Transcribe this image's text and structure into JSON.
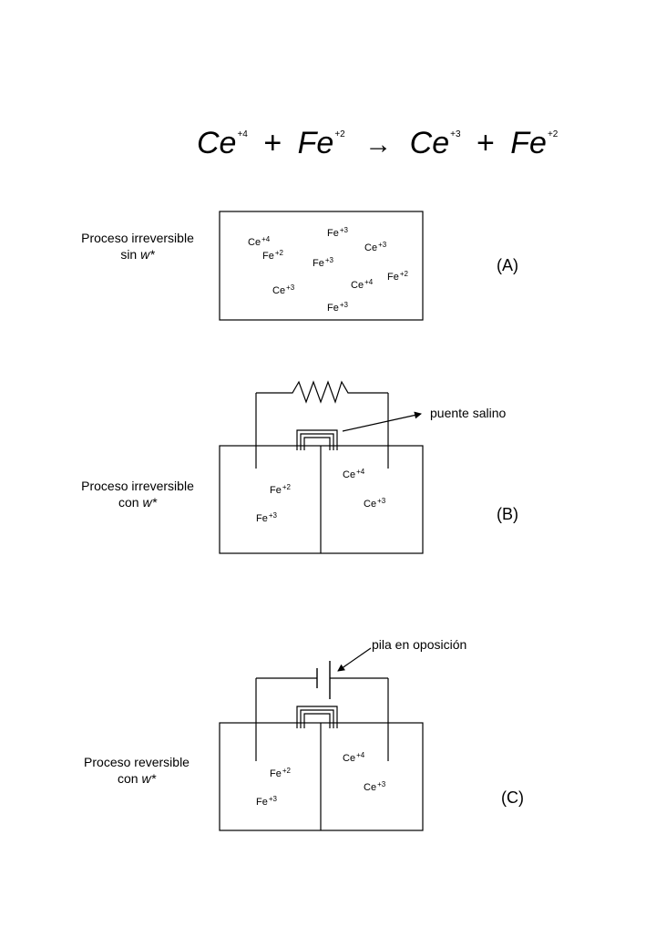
{
  "equation": {
    "reactant1": "Ce",
    "reactant1_charge": "+4",
    "plus1": "+",
    "reactant2": "Fe",
    "reactant2_charge": "+2",
    "arrow": "→",
    "product1": "Ce",
    "product1_charge": "+3",
    "plus2": "+",
    "product2": "Fe",
    "product2_charge": "+2"
  },
  "panel_a": {
    "desc_line1": "Proceso irreversible",
    "desc_line2_prefix": "sin ",
    "desc_work": "w*",
    "label": "(A)",
    "ions": [
      {
        "el": "Ce",
        "ch": "+4"
      },
      {
        "el": "Fe",
        "ch": "+3"
      },
      {
        "el": "Fe",
        "ch": "+2"
      },
      {
        "el": "Ce",
        "ch": "+3"
      },
      {
        "el": "Fe",
        "ch": "+3"
      },
      {
        "el": "Fe",
        "ch": "+2"
      },
      {
        "el": "Ce",
        "ch": "+4"
      },
      {
        "el": "Ce",
        "ch": "+3"
      },
      {
        "el": "Fe",
        "ch": "+3"
      }
    ]
  },
  "panel_b": {
    "desc_line1": "Proceso irreversible",
    "desc_line2_prefix": "con ",
    "desc_work": "w*",
    "label": "(B)",
    "salt_bridge_note": "puente salino",
    "ions": [
      {
        "el": "Ce",
        "ch": "+4"
      },
      {
        "el": "Fe",
        "ch": "+2"
      },
      {
        "el": "Ce",
        "ch": "+3"
      },
      {
        "el": "Fe",
        "ch": "+3"
      }
    ]
  },
  "panel_c": {
    "desc_line1": "Proceso reversible",
    "desc_line2_prefix": "con ",
    "desc_work": "w*",
    "label": "(C)",
    "opposing_cell_note": "pila en oposición",
    "ions": [
      {
        "el": "Ce",
        "ch": "+4"
      },
      {
        "el": "Fe",
        "ch": "+2"
      },
      {
        "el": "Ce",
        "ch": "+3"
      },
      {
        "el": "Fe",
        "ch": "+3"
      }
    ]
  }
}
